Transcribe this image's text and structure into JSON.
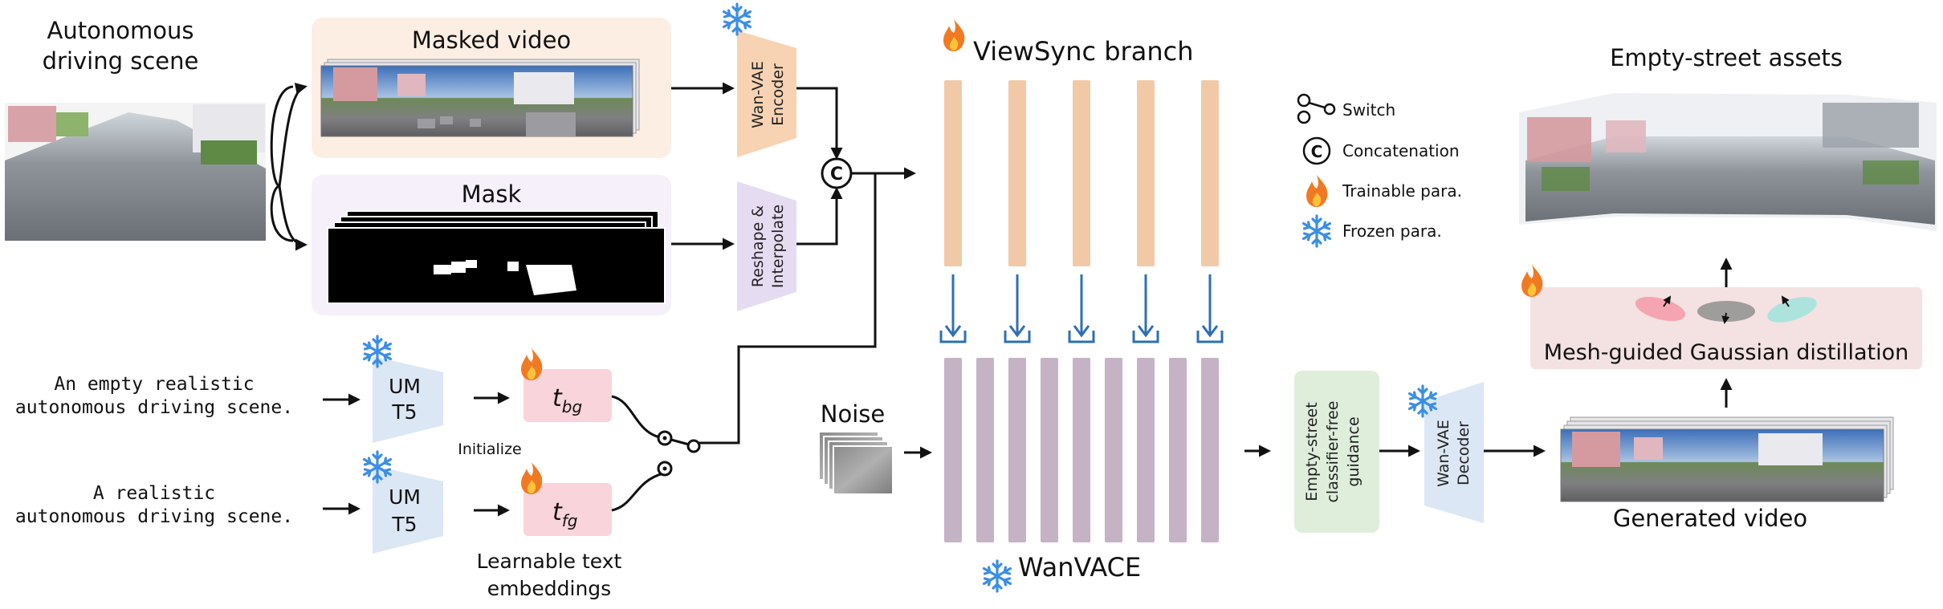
{
  "labels": {
    "scene_line1": "Autonomous",
    "scene_line2": "driving scene",
    "masked_video": "Masked video",
    "mask": "Mask",
    "encoder_line1": "Wan-VAE",
    "encoder_line2": "Encoder",
    "reshape_line1": "Reshape &",
    "reshape_line2": "Interpolate",
    "concat_symbol": "C",
    "viewsync_branch": "ViewSync branch",
    "wanvace": "WanVACE",
    "noise": "Noise",
    "prompt_bg_line1": "An empty realistic",
    "prompt_bg_line2": "autonomous driving scene.",
    "prompt_fg_line1": "A realistic",
    "prompt_fg_line2": "autonomous driving scene.",
    "umt5_line1": "UM",
    "umt5_line2": "T5",
    "initialize": "Initialize",
    "t_bg_base": "t",
    "t_bg_sub": "bg",
    "t_fg_base": "t",
    "t_fg_sub": "fg",
    "learnable_line1": "Learnable text",
    "learnable_line2": "embeddings",
    "cfg_line1": "Empty-street",
    "cfg_line2": "classifier-free",
    "cfg_line3": "guidance",
    "decoder_line1": "Wan-VAE",
    "decoder_line2": "Decoder",
    "generated_video": "Generated video",
    "gaussian_distill": "Mesh-guided Gaussian distillation",
    "empty_street_assets": "Empty-street assets"
  },
  "legend": [
    {
      "icon": "switch-icon",
      "label": "Switch"
    },
    {
      "icon": "concat-icon",
      "label": "Concatenation"
    },
    {
      "icon": "flame-icon",
      "label": "Trainable para."
    },
    {
      "icon": "snowflake-icon",
      "label": "Frozen para."
    }
  ],
  "colors": {
    "masked_video_bg": "#fdeee3",
    "mask_bg": "#f5f0fa",
    "encoder_fill": "#f7d3b3",
    "reshape_fill": "#e6dcf2",
    "branch_bar": "#f2c9a7",
    "wanvace_bar": "#c5b2c4",
    "umt5_fill": "#dbe7f4",
    "embedding_fill": "#f9d4da",
    "cfg_fill": "#deeedb",
    "decoder_fill": "#dbe7f4",
    "distill_bg": "#f4e1e1",
    "blue_arrow": "#2f6fb3",
    "flame": "#f07a23",
    "snowflake": "#3b8ee6"
  }
}
